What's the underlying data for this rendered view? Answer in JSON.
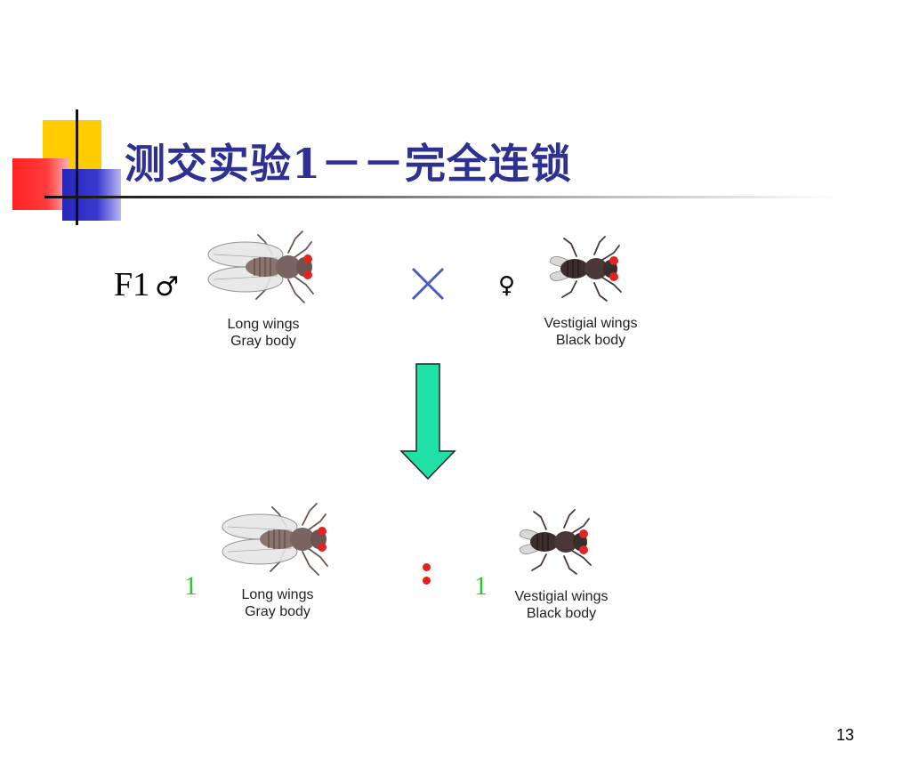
{
  "slide": {
    "title": "测交实验1－－完全连锁",
    "page_number": "13"
  },
  "cross": {
    "f1_label": "F1",
    "male_symbol": "♂",
    "female_symbol": "♀",
    "male_parent": {
      "line1": "Long wings",
      "line2": "Gray body"
    },
    "female_parent": {
      "line1": "Vestigial wings",
      "line2": "Black body"
    }
  },
  "offspring": {
    "left": {
      "ratio": "1",
      "line1": "Long wings",
      "line2": "Gray body"
    },
    "right": {
      "ratio": "1",
      "line1": "Vestigial wings",
      "line2": "Black body"
    }
  },
  "colors": {
    "title": "#2e3192",
    "arrow_fill": "#1fe0a6",
    "cross_mark": "#4d5dbf",
    "ratio_number": "#22cc22",
    "ratio_colon": "#e8201c",
    "fly_gray_body": "#8a7470",
    "fly_black_body": "#3d2f2e",
    "fly_eye": "#e02424"
  },
  "icons": {
    "cross_mark": "cross-icon",
    "down_arrow": "arrow-down-icon",
    "fly_long_wings": "fruit-fly-long-wings-icon",
    "fly_vestigial_wings": "fruit-fly-vestigial-wings-icon"
  }
}
